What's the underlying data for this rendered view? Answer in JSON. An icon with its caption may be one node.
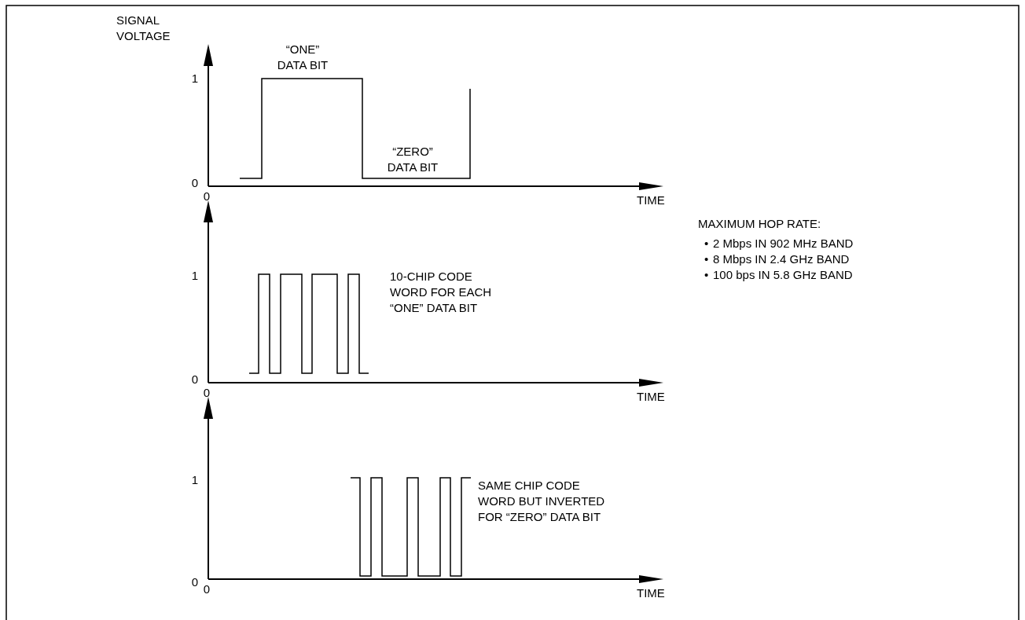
{
  "diagram": {
    "labels": [
      "SIGNAL VOLTAGE",
      "“ONE” DATA BIT",
      "1",
      "“ZERO” DATA BIT",
      "0",
      "0",
      "TIME",
      "MAXIMUM HOP RATE:",
      "•",
      "2 Mbps IN 902 MHz BAND",
      "•",
      "8 Mbps IN 2.4 GHz BAND",
      "•",
      "100 bps IN 5.8 GHz BAND",
      "1",
      "10-CHIP CODE WORD FOR EACH “ONE” DATA BIT",
      "0",
      "0",
      "TIME",
      "1",
      "SAME CHIP CODE WORD BUT INVERTED FOR “ZERO” DATA BIT",
      "0",
      "0",
      "TIME"
    ]
  }
}
